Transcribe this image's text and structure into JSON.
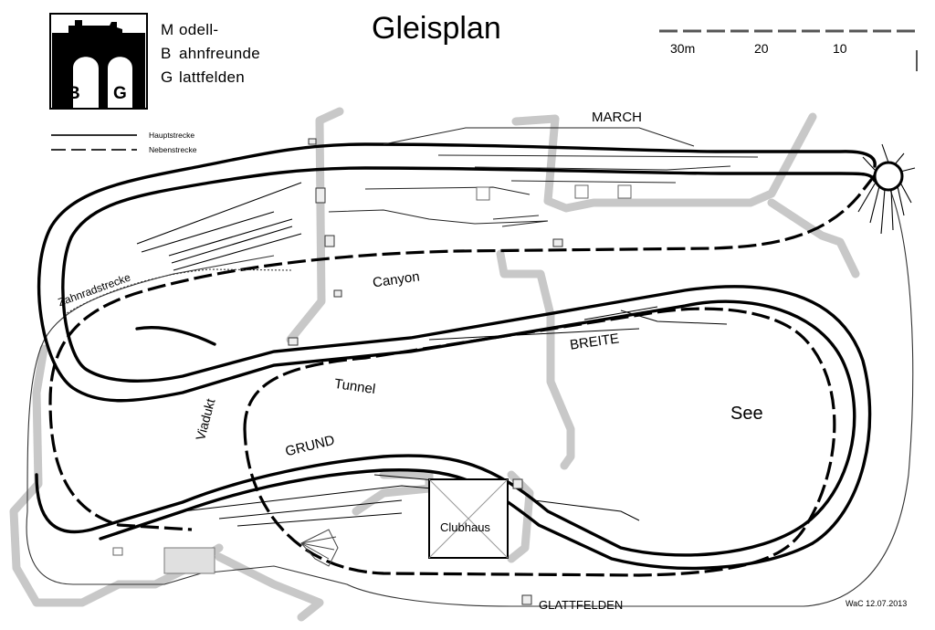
{
  "title": "Gleisplan",
  "club": {
    "lines": [
      {
        "initial": "M",
        "rest": "odell-"
      },
      {
        "initial": "B",
        "rest": "ahnfreunde"
      },
      {
        "initial": "G",
        "rest": "lattfelden"
      }
    ],
    "logo_letters": [
      "B",
      "G"
    ]
  },
  "legend": {
    "main_line": "Hauptstrecke",
    "branch_line": "Nebenstrecke"
  },
  "scale": {
    "labels": [
      "30m",
      "20",
      "10"
    ]
  },
  "places": {
    "march": "MARCH",
    "canyon": "Canyon",
    "breite": "BREITE",
    "see": "See",
    "tunnel": "Tunnel",
    "grund": "GRUND",
    "viadukt": "Viadukt",
    "zahnradstrecke": "Zahnradstrecke",
    "clubhaus": "Clubhaus",
    "glattfelden": "GLATTFELDEN"
  },
  "credit": "WaC 12.07.2013",
  "colors": {
    "track": "#000000",
    "terrain": "#c8c8c8",
    "thin_track": "#333333"
  }
}
